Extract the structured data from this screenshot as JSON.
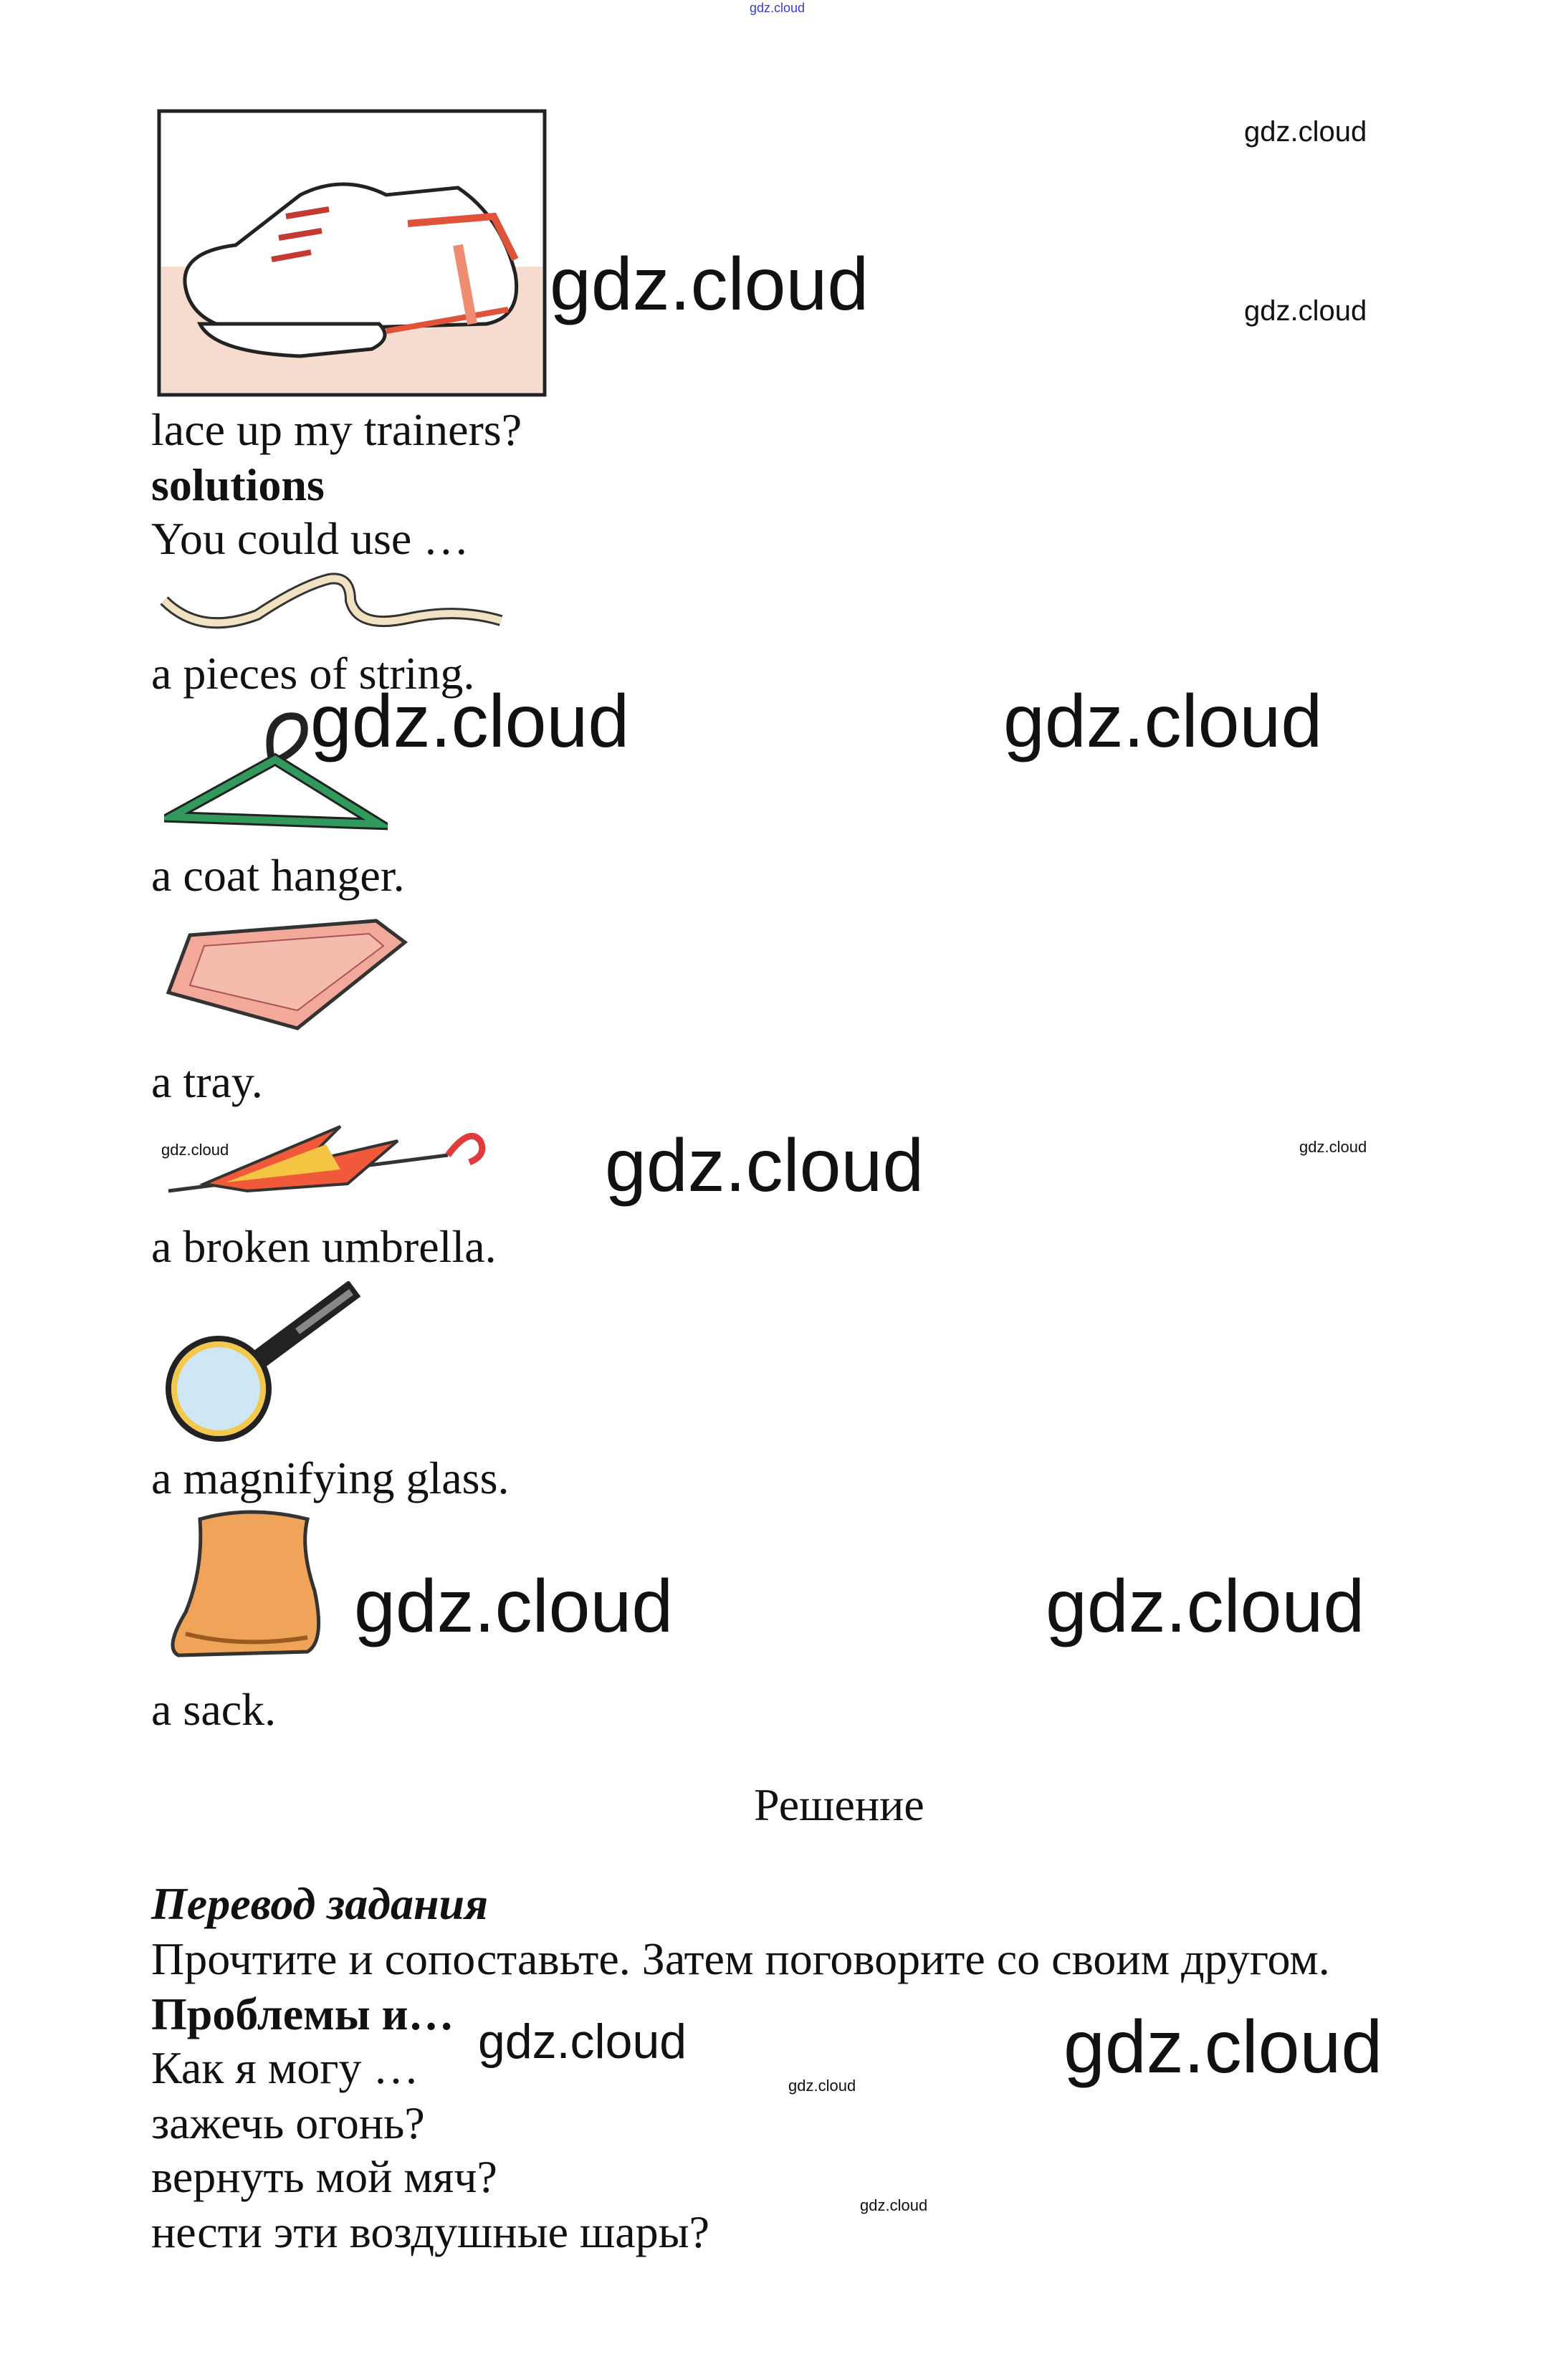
{
  "watermark": "gdz.cloud",
  "top_watermark": "gdz.cloud",
  "question": "lace up my trainers?",
  "solutions_heading": "solutions",
  "intro": "You could use …",
  "items": [
    {
      "label": "a pieces of string.",
      "icon": "string-icon"
    },
    {
      "label": "a coat hanger.",
      "icon": "coat-hanger-icon"
    },
    {
      "label": "a tray.",
      "icon": "tray-icon"
    },
    {
      "label": "a broken umbrella.",
      "icon": "broken-umbrella-icon"
    },
    {
      "label": "a magnifying glass.",
      "icon": "magnifying-glass-icon"
    },
    {
      "label": "a sack.",
      "icon": "sack-icon"
    }
  ],
  "solution_title": "Решение",
  "translation": {
    "heading": "Перевод задания",
    "instruction": "Прочтите и сопоставьте. Затем поговорите со своим другом.",
    "subheading": "Проблемы и…",
    "lines": [
      "Как я могу …",
      "зажечь огонь?",
      "вернуть мой мяч?",
      "нести эти воздушные шары?"
    ]
  },
  "colors": {
    "top_watermark": "#3a3ad0",
    "shoe_bg": "#f6dccf",
    "hanger": "#2f9a5c",
    "tray": "#f2a999",
    "sack": "#f0a45a"
  }
}
